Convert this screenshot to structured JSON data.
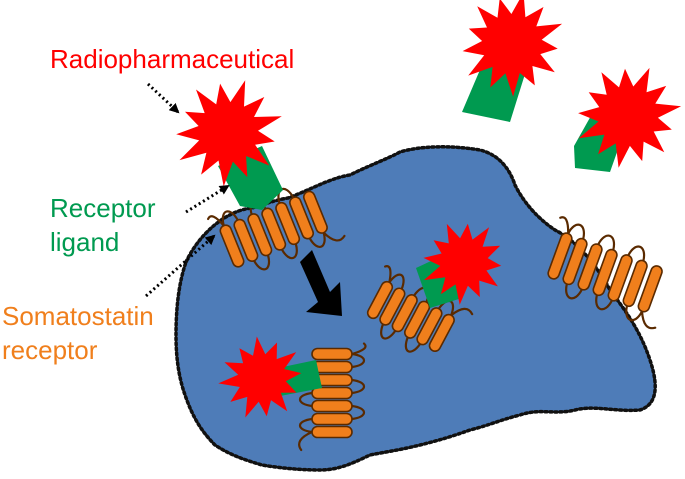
{
  "labels": {
    "radiopharmaceutical": "Radiopharmaceutical",
    "ligand_line1": "Receptor",
    "ligand_line2": "ligand",
    "receptor_line1": "Somatostatin",
    "receptor_line2": "receptor"
  },
  "colors": {
    "cell_fill": "#4e7cb8",
    "cell_outline": "#111111",
    "radiopharmaceutical": "#ff0000",
    "ligand": "#009a50",
    "receptor_helix": "#f07f1c",
    "receptor_outline": "#5a2a00",
    "arrow": "#000000"
  },
  "icons": {
    "radiolabel": "red-starburst-icon",
    "ligand": "green-ligand-shape",
    "receptor": "seven-helix-receptor"
  }
}
